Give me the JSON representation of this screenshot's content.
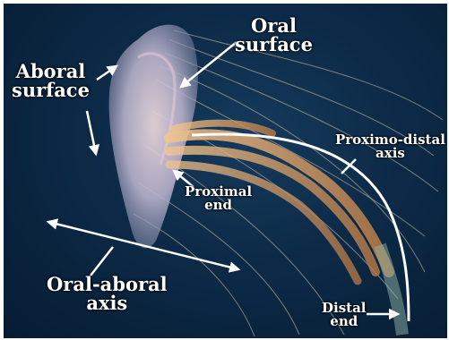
{
  "labels": {
    "aboral_surface": [
      "Aboral",
      "surface"
    ],
    "oral_surface": [
      "Oral",
      "surface"
    ],
    "proximo_distal_axis": [
      "Proximo-distal",
      "axis"
    ],
    "proximal_end": [
      "Proximal",
      "end"
    ],
    "oral_aboral_axis": [
      "Oral-aboral",
      "axis"
    ],
    "distal_end": [
      "Distal",
      "end"
    ]
  },
  "colors": {
    "water_dark": "#071c33",
    "water_mid": "#163a5c",
    "bell": "#c9c3d6",
    "tentacle": "#e0a56a",
    "annotation": "#ffffff"
  }
}
